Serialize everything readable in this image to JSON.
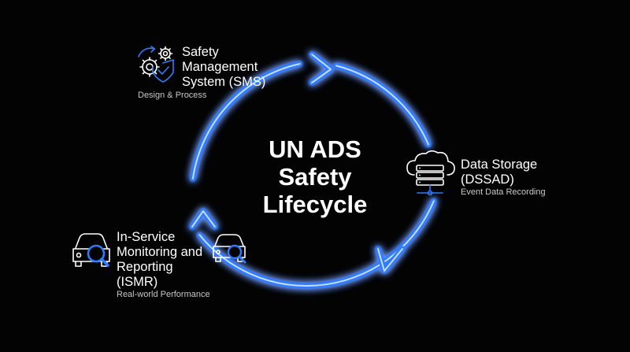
{
  "diagram": {
    "center": {
      "lines": [
        "UN ADS",
        "Safety",
        "Lifecycle"
      ]
    },
    "nodes": {
      "sms": {
        "title_lines": [
          "Safety",
          "Management",
          "System (SMS)"
        ],
        "subtitle": "Design & Process",
        "icon": "gears-shield-icon"
      },
      "dssad": {
        "title_lines": [
          "Data Storage",
          "(DSSAD)"
        ],
        "subtitle": "Event Data Recording",
        "icon": "cloud-server-icon"
      },
      "ismr": {
        "title_lines": [
          "In-Service",
          "Monitoring and",
          "Reporting",
          "(ISMR)"
        ],
        "subtitle": "Real-world Performance",
        "icon": "car-magnifier-icon"
      }
    },
    "colors": {
      "background": "#030303",
      "cycle_glow": "#2f7bff",
      "cycle_core": "#c9ddff",
      "text": "#ffffff",
      "subtext": "#c8c8c8"
    }
  }
}
